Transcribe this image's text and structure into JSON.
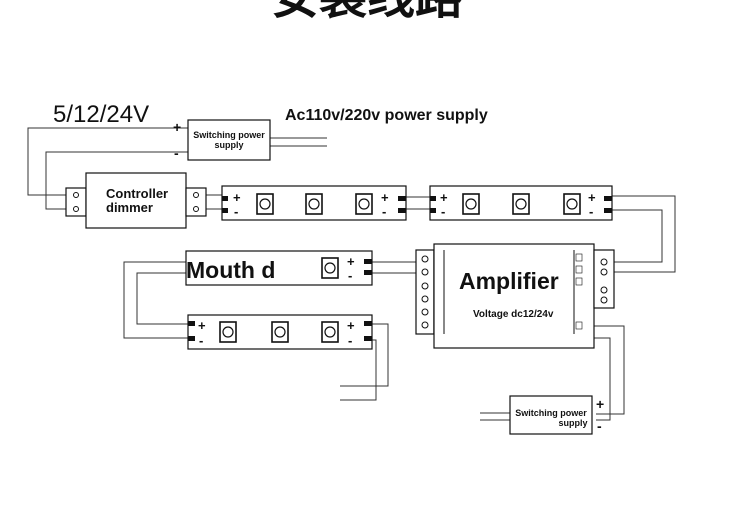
{
  "page_title": "安装线路",
  "voltage_label": "5/12/24V",
  "ac_label": "Ac110v/220v power supply",
  "psu_top": {
    "line1": "Switching power",
    "line2": "supply"
  },
  "psu_bottom": {
    "line1": "Switching power",
    "line2": "supply"
  },
  "controller": {
    "line1": "Controller",
    "line2": "dimmer"
  },
  "amplifier": {
    "title": "Amplifier",
    "voltage": "Voltage dc12/24v"
  },
  "mouth_label": "Mouth d",
  "plus_sign": "+",
  "minus_sign": "-",
  "colors": {
    "line": "#111111",
    "wire": "#333333",
    "background": "#ffffff"
  }
}
